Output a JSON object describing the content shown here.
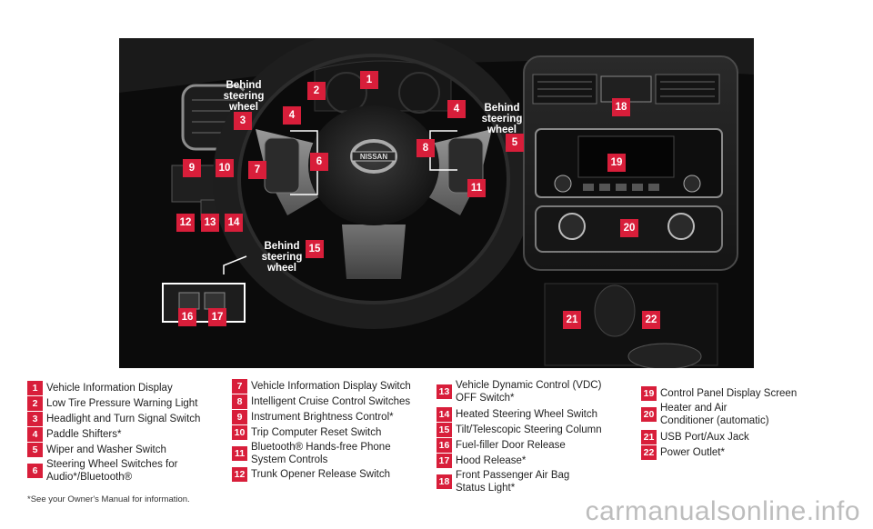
{
  "callouts": [
    {
      "num": "1"
    },
    {
      "num": "2"
    },
    {
      "num": "3"
    },
    {
      "num": "4"
    },
    {
      "num": "4"
    },
    {
      "num": "5"
    },
    {
      "num": "6"
    },
    {
      "num": "7"
    },
    {
      "num": "8"
    },
    {
      "num": "9"
    },
    {
      "num": "10"
    },
    {
      "num": "11"
    },
    {
      "num": "12"
    },
    {
      "num": "13"
    },
    {
      "num": "14"
    },
    {
      "num": "15"
    },
    {
      "num": "16"
    },
    {
      "num": "17"
    },
    {
      "num": "18"
    },
    {
      "num": "19"
    },
    {
      "num": "20"
    },
    {
      "num": "21"
    },
    {
      "num": "22"
    }
  ],
  "behind_labels": [
    "Behind\nsteering\nwheel",
    "Behind\nsteering\nwheel",
    "Behind\nsteering\nwheel"
  ],
  "photo_text": {
    "logo": "NISSAN"
  },
  "legend": [
    {
      "num": "1",
      "label": "Vehicle Information Display"
    },
    {
      "num": "2",
      "label": "Low Tire Pressure Warning Light"
    },
    {
      "num": "3",
      "label": "Headlight and Turn Signal Switch"
    },
    {
      "num": "4",
      "label": "Paddle Shifters*"
    },
    {
      "num": "5",
      "label": "Wiper and Washer Switch"
    },
    {
      "num": "6",
      "label": "Steering Wheel Switches for\nAudio*/Bluetooth®"
    },
    {
      "num": "7",
      "label": "Vehicle Information Display Switch"
    },
    {
      "num": "8",
      "label": "Intelligent Cruise Control Switches"
    },
    {
      "num": "9",
      "label": "Instrument Brightness Control*"
    },
    {
      "num": "10",
      "label": "Trip Computer Reset Switch"
    },
    {
      "num": "11",
      "label": "Bluetooth® Hands-free Phone\nSystem Controls"
    },
    {
      "num": "12",
      "label": "Trunk Opener Release Switch"
    },
    {
      "num": "13",
      "label": "Vehicle Dynamic Control (VDC)\nOFF Switch*"
    },
    {
      "num": "14",
      "label": "Heated Steering Wheel Switch"
    },
    {
      "num": "15",
      "label": "Tilt/Telescopic Steering Column"
    },
    {
      "num": "16",
      "label": "Fuel-filler Door Release"
    },
    {
      "num": "17",
      "label": "Hood Release*"
    },
    {
      "num": "18",
      "label": "Front Passenger Air Bag\nStatus Light*"
    },
    {
      "num": "19",
      "label": "Control Panel Display Screen"
    },
    {
      "num": "20",
      "label": "Heater and Air\nConditioner (automatic)"
    },
    {
      "num": "21",
      "label": "USB Port/Aux Jack"
    },
    {
      "num": "22",
      "label": "Power Outlet*"
    }
  ],
  "footnote": "*See your Owner's Manual for information.",
  "watermark": "carmanualsonline.info",
  "colors": {
    "accent": "#d81e3a",
    "photo_bg": "#0b0b0b"
  }
}
